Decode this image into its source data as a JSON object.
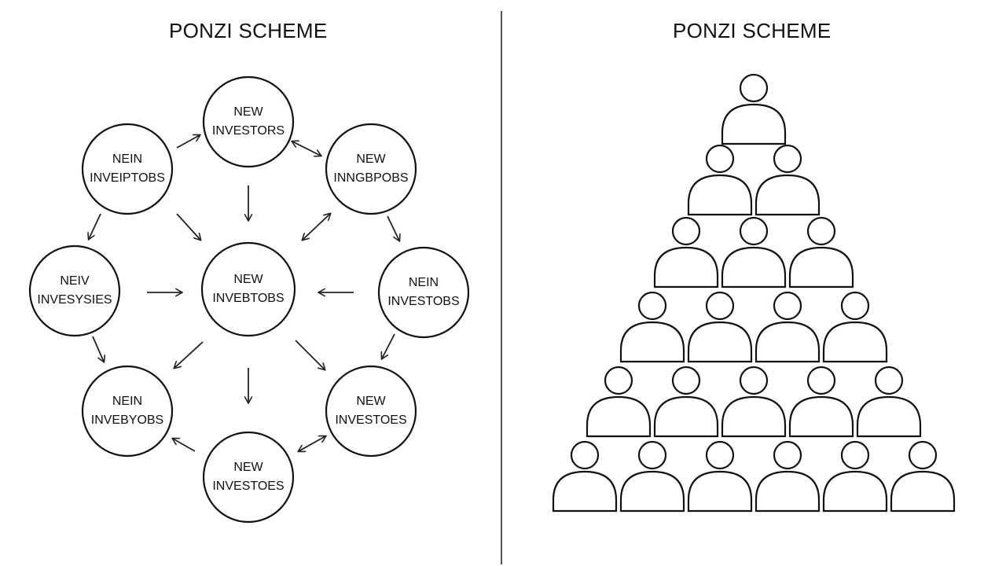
{
  "left_panel": {
    "title": "PONZI SCHEME",
    "nodes": [
      {
        "id": "top",
        "line1": "NEW",
        "line2": "INVESTORS"
      },
      {
        "id": "upper-left",
        "line1": "NEIN",
        "line2": "INVEIPTOBS"
      },
      {
        "id": "upper-right",
        "line1": "NEW",
        "line2": "INNGBPOBS"
      },
      {
        "id": "mid-left",
        "line1": "NEIV",
        "line2": "INVESYSIES"
      },
      {
        "id": "center",
        "line1": "NEW",
        "line2": "INVEBTOBS"
      },
      {
        "id": "mid-right",
        "line1": "NEIN",
        "line2": "INVESTOBS"
      },
      {
        "id": "lower-left",
        "line1": "NEIN",
        "line2": "INVEBYOBS"
      },
      {
        "id": "lower-right",
        "line1": "NEW",
        "line2": "INVESTOES"
      },
      {
        "id": "bottom",
        "line1": "NEW",
        "line2": "INVESTOES"
      }
    ]
  },
  "right_panel": {
    "title": "PONZI SCHEME",
    "pyramid_rows": [
      1,
      2,
      3,
      4,
      5,
      6
    ]
  }
}
